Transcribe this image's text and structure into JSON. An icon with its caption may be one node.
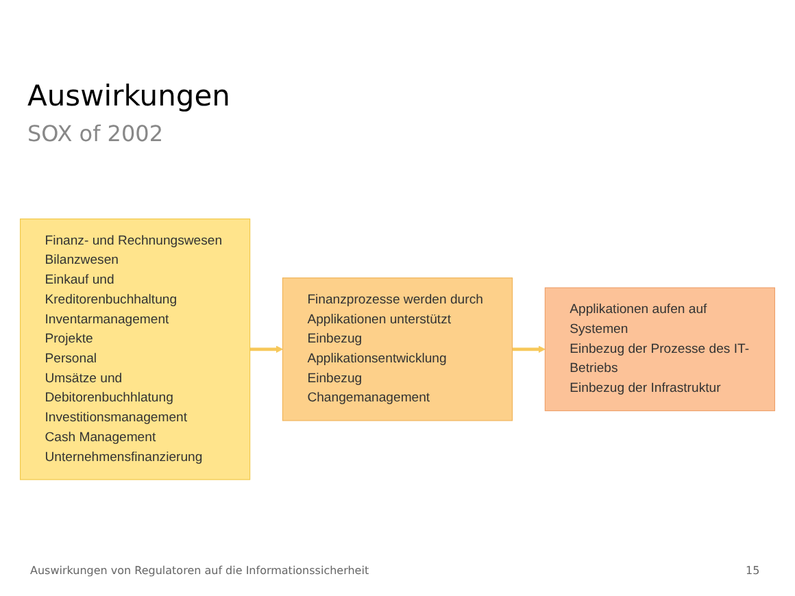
{
  "diagram": {
    "title": "Auswirkungen",
    "nodes": [
      {
        "text": [
          "Finanz- und Rechnungswesen",
          "Bilanzwesen",
          "Einkauf und Kreditorenbuchhaltung",
          "Inventarmanagement",
          "Projekte",
          "Personal",
          "Umsätze und Debitorenbuchhlatung",
          "Investitionsmanagement",
          "Cash Management",
          "Unternehmensfinanzierung"
        ]
      },
      {
        "text": [
          "Finanzprozesse werden durch Applikationen unterstützt",
          "Einbezug Applikationsentwicklung",
          "Einbezug Changemanagement"
        ]
      },
      {
        "text": [
          "Applikationen aufen auf Systemen",
          "Einbezug der Prozesse des IT-Betriebs",
          "Einbezug der Infrastruktur"
        ]
      }
    ],
    "edges": [
      {
        "from": 0,
        "to": 1,
        "arrow": "to"
      },
      {
        "from": 1,
        "to": 2,
        "arrow": "to"
      }
    ],
    "labels": [
      "SOX of 2002",
      "Auswirkungen von Regulatoren auf die Informationssicherheit",
      "15"
    ]
  }
}
